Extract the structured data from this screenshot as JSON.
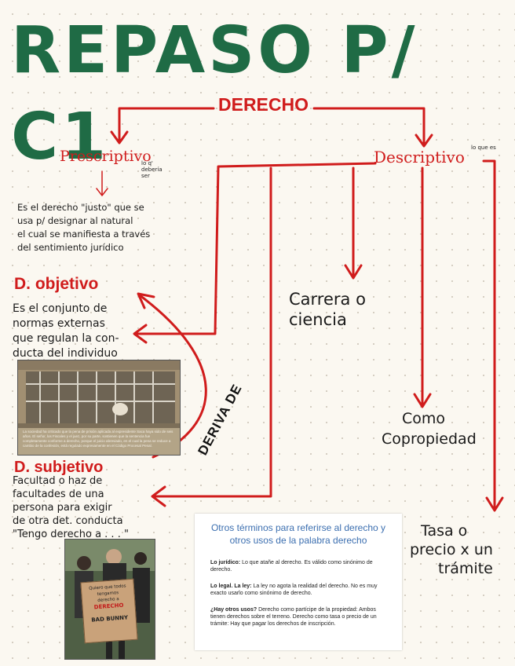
{
  "title": "REPASO P/ C1",
  "derecho": "DERECHO",
  "prescriptivo": {
    "label": "Prescriptivo",
    "note": "lo q' debería ser",
    "definition_lines": [
      "Es el derecho \"justo\" que se",
      "usa p/ designar al natural",
      "el cual se manifiesta a través",
      "del sentimiento jurídico"
    ]
  },
  "descriptivo": {
    "label": "Descriptivo",
    "note": "lo que es",
    "branches": [
      [
        "Carrera o",
        "ciencia"
      ],
      [
        "Como",
        "Copropiedad"
      ],
      [
        "Tasa o",
        "precio x un",
        "trámite"
      ]
    ]
  },
  "objetivo": {
    "label": "D. objetivo",
    "definition_lines": [
      "Es el conjunto de",
      "normas externas",
      "que regulan la con-",
      "ducta del individuo"
    ],
    "photo_caption": "La sociedad ha criticado que la pena de prisión aplicada al expresidente Saca haya sido de seis años. El señor, los Fiscales y el juez, por su parte, sostienen que la sentencia fue completamente conforme a derecho, porque el juicio abreviado, en el cual la pena se reduce a cambio de la confesión, está regulado expresamente en el Código Procesal Penal."
  },
  "deriva_de": "DERIVA DE",
  "subjetivo": {
    "label": "D. subjetivo",
    "definition_lines": [
      "Facultad o haz de",
      "facultades de una",
      "persona para exigir",
      "de otra det. conducta",
      "\"Tengo derecho a . . . \""
    ],
    "sign_lines": [
      "Quiero que todos tengamos",
      "derecho a",
      "DERECHO",
      "BAD BUNNY"
    ]
  },
  "slide": {
    "title": "Otros términos para referirse al derecho y otros usos de la palabra derecho",
    "items": [
      {
        "head": "Lo jurídico:",
        "text": "Lo que atañe al derecho. Es válido como sinónimo de derecho."
      },
      {
        "head": "Lo legal. La ley:",
        "text": "La ley no agota la realidad del derecho. No es muy exacto usarlo como sinónimo de derecho."
      },
      {
        "head": "¿Hay otros usos?",
        "text": "Derecho como partícipe de la propiedad: Ambos tienen derechos sobre el terreno. Derecho como tasa o precio de un trámite: Hay que pagar los derechos de inscripción."
      }
    ]
  },
  "colors": {
    "title_green": "#1f6b45",
    "arrow_red": "#d01c1c",
    "slide_blue": "#3c6fb0"
  }
}
